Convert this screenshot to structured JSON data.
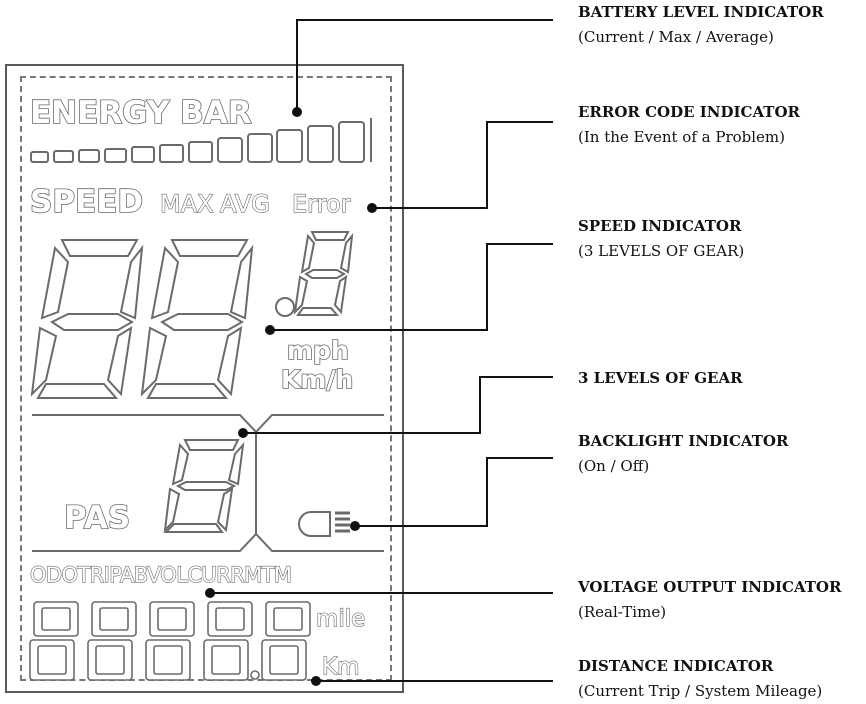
{
  "lcd": {
    "energy_bar_label": "ENERGY BAR",
    "speed_label": "SPEED",
    "max_label": "MAX",
    "avg_label": "AVG",
    "error_label": "Error",
    "unit_mph": "mph",
    "unit_kmh": "Km/h",
    "pas_label": "PAS",
    "odometer_modes": "ODOTRIPABVOLCURRMTM",
    "unit_mile": "mile",
    "unit_km": "Km"
  },
  "annotations": [
    {
      "title": "BATTERY LEVEL INDICATOR",
      "subtitle": "(Current / Max / Average)"
    },
    {
      "title": "ERROR CODE INDICATOR",
      "subtitle": "(In the Event of a Problem)"
    },
    {
      "title": "SPEED INDICATOR",
      "subtitle": "(3 LEVELS OF GEAR)"
    },
    {
      "title": "3 LEVELS OF GEAR",
      "subtitle": ""
    },
    {
      "title": "BACKLIGHT INDICATOR",
      "subtitle": "(On / Off)"
    },
    {
      "title": "VOLTAGE OUTPUT INDICATOR",
      "subtitle": "(Real-Time)"
    },
    {
      "title": "DISTANCE INDICATOR",
      "subtitle": "(Current Trip / System Mileage)"
    }
  ],
  "colors": {
    "outline": "#6b6b6b",
    "line": "#111111"
  }
}
